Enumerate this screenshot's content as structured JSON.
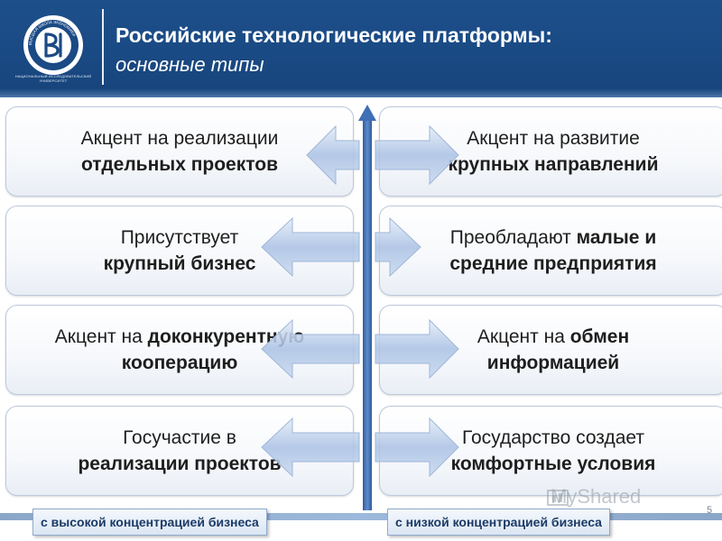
{
  "header": {
    "title": "Российские технологические платформы:",
    "subtitle": "основные типы",
    "logo_caption": "НАЦИОНАЛЬНЫЙ ИССЛЕДОВАТЕЛЬСКИЙ УНИВЕРСИТЕТ",
    "logo_ring_text": "ВЫСШАЯ ШКОЛА ЭКОНОМИКИ"
  },
  "left": [
    {
      "pre": "Акцент на реализации",
      "bold": "отдельных проектов"
    },
    {
      "pre": "Присутствует",
      "bold": "крупный бизнес"
    },
    {
      "pre": "Акцент на ",
      "bold_inline": "доконкурентную",
      "bold": "кооперацию"
    },
    {
      "pre": "Госучастие в",
      "bold": "реализации проектов"
    }
  ],
  "right": [
    {
      "pre": "Акцент на развитие",
      "bold": "крупных направлений"
    },
    {
      "pre": "Преобладают ",
      "bold_inline": "малые и",
      "bold": "средние предприятия"
    },
    {
      "pre": "Акцент на ",
      "bold_inline": "обмен",
      "bold": "информацией"
    },
    {
      "pre": "Государство создает",
      "bold": "комфортные условия"
    }
  ],
  "labels": {
    "left": "с высокой концентрацией бизнеса",
    "right": "с низкой концентрацией бизнеса"
  },
  "watermark": "MyShared",
  "page_number": "5",
  "colors": {
    "header_blue": "#1a4a84",
    "axis_blue": "#3f6fb5",
    "arrow_blue": "#b8cdea"
  }
}
